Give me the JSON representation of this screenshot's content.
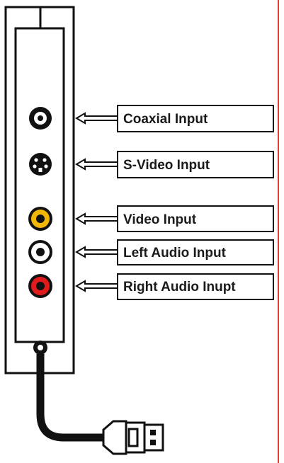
{
  "labels": {
    "coaxial": "Coaxial Input",
    "svideo": "S-Video Input",
    "video": "Video Input",
    "left_audio": "Left Audio Input",
    "right_audio": "Right Audio Inupt"
  },
  "colors": {
    "outline": "#111111",
    "video_jack": "#f2b705",
    "left_audio_jack": "#ffffff",
    "right_audio_jack": "#e01b1b",
    "border_line": "#e53935"
  }
}
